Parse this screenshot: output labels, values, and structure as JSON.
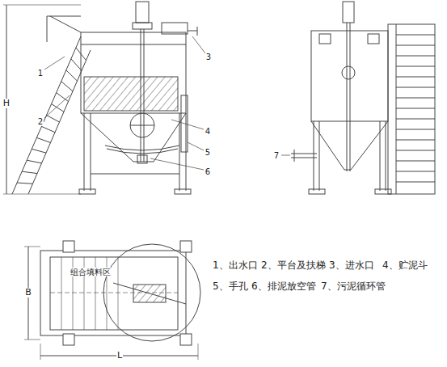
{
  "diagram": {
    "labels": [
      "1",
      "2",
      "3",
      "4",
      "5",
      "6",
      "7",
      "H",
      "B",
      "L",
      "组合填料区",
      "1、出水口",
      "2、平台及扶梯",
      "3、进水口",
      "4、贮泥斗",
      "5、手孔",
      "6、排泥放空管",
      "7、污泥循环管"
    ]
  }
}
